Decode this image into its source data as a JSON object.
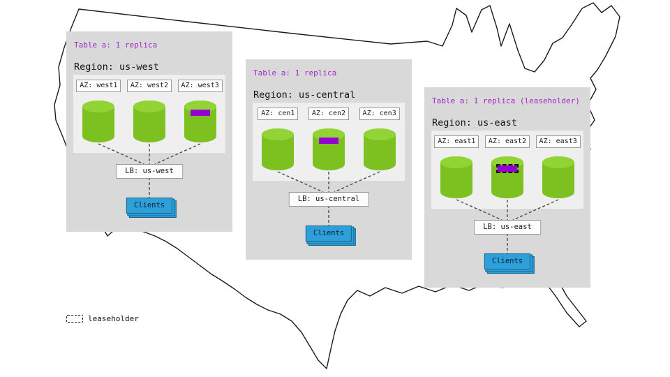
{
  "legend": {
    "label": "leaseholder"
  },
  "colors": {
    "panel_gray": "#d9d9d9",
    "inner_gray": "#efefef",
    "title_purple": "#a326c8",
    "replica_purple": "#9400d3",
    "cylinder_green": "#7cc11f",
    "clients_blue": "#2e9fd9",
    "map_outline": "#1a1a1a"
  },
  "regions": [
    {
      "table_label": "Table a: 1 replica",
      "region_label": "Region: us-west",
      "azs": [
        {
          "label": "AZ: west1",
          "replica": false,
          "leaseholder": false
        },
        {
          "label": "AZ: west2",
          "replica": false,
          "leaseholder": false
        },
        {
          "label": "AZ: west3",
          "replica": true,
          "leaseholder": false
        }
      ],
      "lb_label": "LB: us-west",
      "clients_label": "Clients"
    },
    {
      "table_label": "Table a: 1 replica",
      "region_label": "Region: us-central",
      "azs": [
        {
          "label": "AZ: cen1",
          "replica": false,
          "leaseholder": false
        },
        {
          "label": "AZ: cen2",
          "replica": true,
          "leaseholder": false
        },
        {
          "label": "AZ: cen3",
          "replica": false,
          "leaseholder": false
        }
      ],
      "lb_label": "LB: us-central",
      "clients_label": "Clients"
    },
    {
      "table_label": "Table a: 1 replica (leaseholder)",
      "region_label": "Region: us-east",
      "azs": [
        {
          "label": "AZ: east1",
          "replica": false,
          "leaseholder": false
        },
        {
          "label": "AZ: east2",
          "replica": true,
          "leaseholder": true
        },
        {
          "label": "AZ: east3",
          "replica": false,
          "leaseholder": false
        }
      ],
      "lb_label": "LB: us-east",
      "clients_label": "Clients"
    }
  ]
}
